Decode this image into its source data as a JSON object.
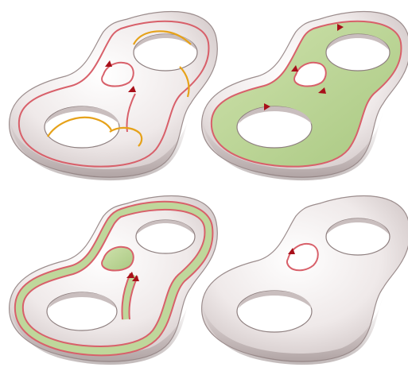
{
  "figure": {
    "panels": [
      {
        "id": "panel-1",
        "region": "top-left",
        "variant": "cut-curves-and-loops"
      },
      {
        "id": "panel-2",
        "region": "top-right",
        "variant": "filled-region-between-loops"
      },
      {
        "id": "panel-3",
        "region": "bottom-left",
        "variant": "thin-filled-bands"
      },
      {
        "id": "panel-4",
        "region": "bottom-right",
        "variant": "single-small-loop"
      }
    ]
  },
  "colors": {
    "surface_light": "#f4f0f0",
    "surface_mid": "#dcd4d4",
    "surface_dark": "#a89a9a",
    "loop_red": "#d8606a",
    "arrow_red": "#a8101a",
    "cut_orange": "#e6a21a",
    "fill_green": "#bfd79b",
    "fill_green_dark": "#9dbf73"
  },
  "icons": {
    "arrow": "arrowhead-icon"
  }
}
